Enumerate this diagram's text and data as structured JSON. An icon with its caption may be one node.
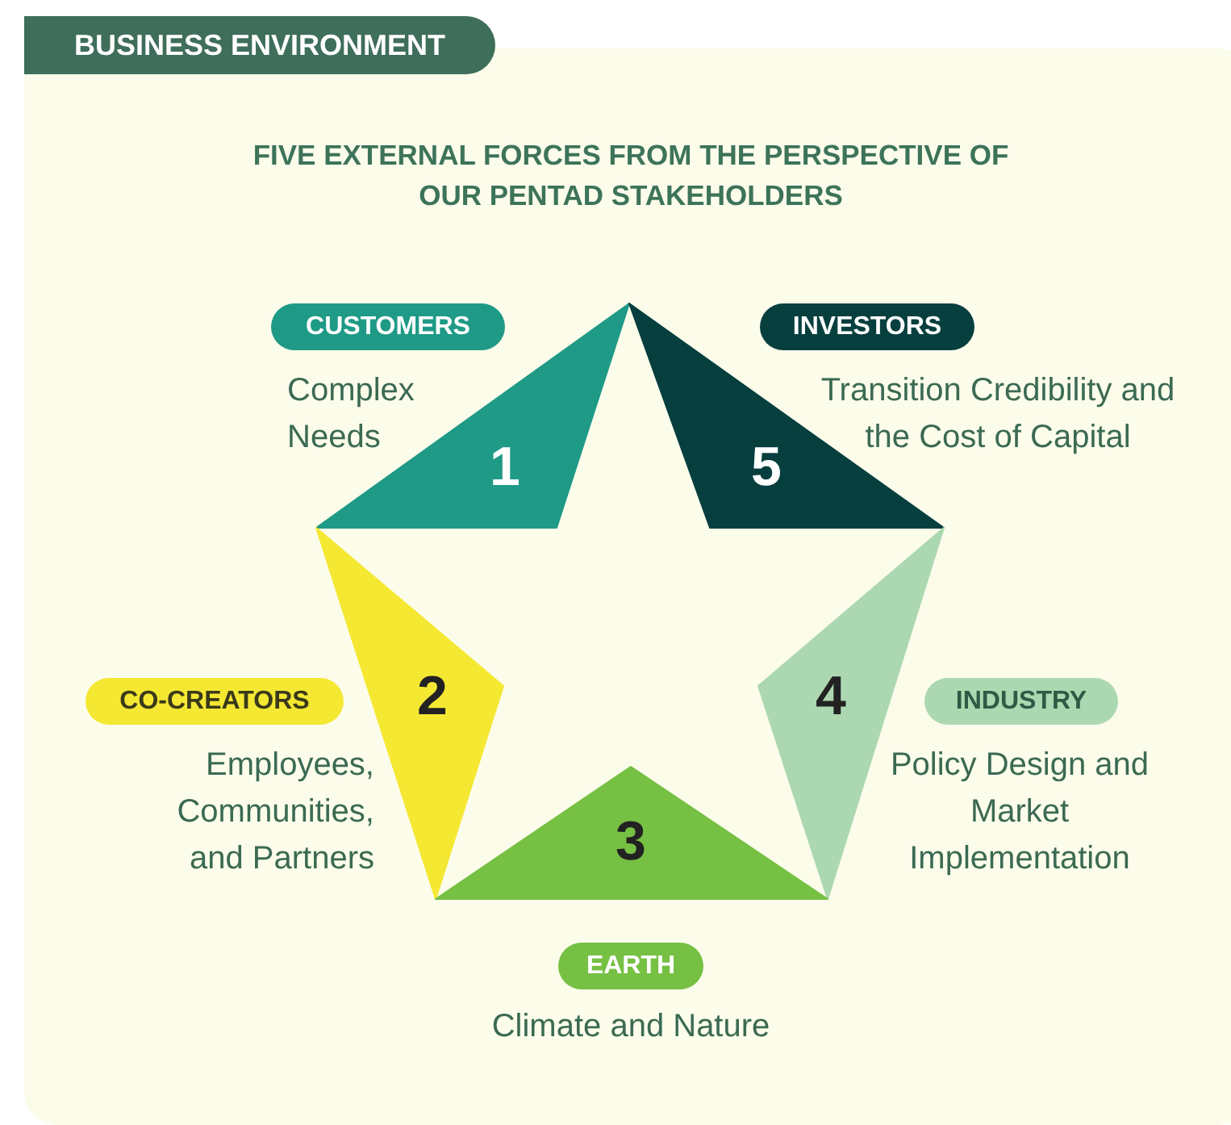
{
  "diagram": {
    "title": "FIVE EXTERNAL FORCES FROM THE PERSPECTIVE OF OUR PENTAD STAKEHOLDERS",
    "nodes": [
      {
        "text": [
          "BUSINESS ENVIRONMENT"
        ]
      },
      {
        "text": [
          "CUSTOMERS"
        ]
      },
      {
        "text": [
          "1"
        ]
      },
      {
        "text": [
          "INVESTORS"
        ]
      },
      {
        "text": [
          "5"
        ]
      },
      {
        "text": [
          "2"
        ]
      },
      {
        "text": [
          "CO-CREATORS"
        ]
      },
      {
        "text": [
          "4"
        ]
      },
      {
        "text": [
          "INDUSTRY"
        ]
      },
      {
        "text": [
          "3"
        ]
      },
      {
        "text": [
          "EARTH"
        ]
      }
    ],
    "labels": [
      "Complex Needs",
      "Transition Credibility and the Cost of Capital",
      "Employees, Communities, and Partners",
      "Policy Design and Market Implementation",
      "Climate and Nature"
    ]
  }
}
